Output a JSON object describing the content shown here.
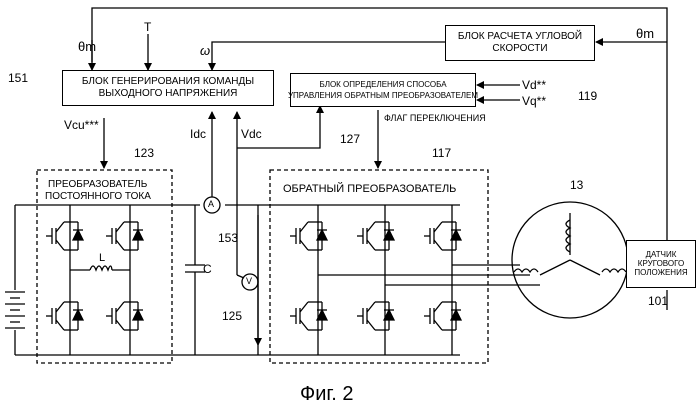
{
  "labels": {
    "theta_m_left": "θm",
    "torque": "T",
    "omega": "ω",
    "theta_m_right": "θm",
    "vcu": "Vcu***",
    "idc": "Idc",
    "vdc": "Vdc",
    "vd": "Vd**",
    "vq": "Vq**",
    "switch_flag": "ФЛАГ ПЕРЕКЛЮЧЕНИЯ",
    "capacitor": "C",
    "inductor": "L",
    "ammeter": "A",
    "voltmeter": "V"
  },
  "blocks": {
    "cmd_gen": {
      "line1": "БЛОК ГЕНЕРИРОВАНИЯ КОМАНДЫ",
      "line2": "ВЫХОДНОГО НАПРЯЖЕНИЯ"
    },
    "angular": {
      "line1": "БЛОК РАСЧЕТА УГЛОВОЙ",
      "line2": "СКОРОСТИ"
    },
    "method": {
      "line1": "БЛОК ОПРЕДЕЛЕНИЯ СПОСОБА",
      "line2": "УПРАВЛЕНИЯ ОБРАТНЫМ ПРЕОБРАЗОВАТЕЛЕМ"
    },
    "dc_converter": {
      "line1": "ПРЕОБРАЗОВАТЕЛЬ",
      "line2": "ПОСТОЯННОГО ТОКА"
    },
    "inverter": {
      "title": "ОБРАТНЫЙ ПРЕОБРАЗОВАТЕЛЬ"
    },
    "sensor": {
      "line1": "ДАТЧИК",
      "line2": "КРУГОВОГО",
      "line3": "ПОЛОЖЕНИЯ"
    }
  },
  "refs": {
    "r151": "151",
    "r119": "119",
    "r127": "127",
    "r123": "123",
    "r117": "117",
    "r13": "13",
    "r153": "153",
    "r125": "125",
    "r101": "101"
  },
  "caption": "Фиг. 2"
}
